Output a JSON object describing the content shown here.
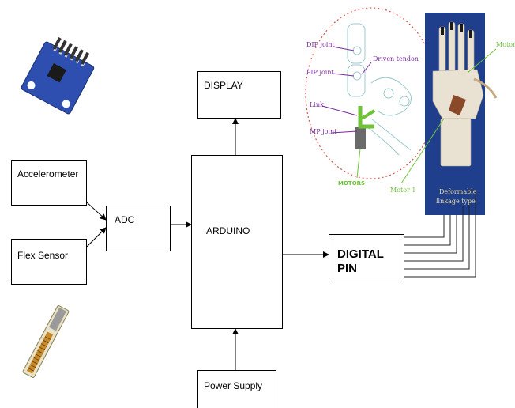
{
  "blocks": {
    "accelerometer": "Accelerometer",
    "flex_sensor": "Flex Sensor",
    "adc": "ADC",
    "arduino": "ARDUINO",
    "display": "DISPLAY",
    "digital_pin_line1": "DIGITAL",
    "digital_pin_line2": "PIN",
    "power_supply": "Power Supply"
  },
  "hand_diagram": {
    "dip_joint": "DIP joint",
    "pip_joint": "PIP joint",
    "driven_tendon": "Driven tendon",
    "link": "Link",
    "mp_joint": "MP joint",
    "motors": "MOTORS",
    "motor": "Motor",
    "motor_1": "Motor 1",
    "deformable": "Deformable",
    "linkage_type": "linkage type"
  },
  "colors": {
    "label_purple": "#7a2a9a",
    "accent_green": "#6fc23a",
    "circle_red": "#d9534f",
    "photo_blue": "#1f3f8c",
    "sensor_board": "#2f4fb0"
  }
}
